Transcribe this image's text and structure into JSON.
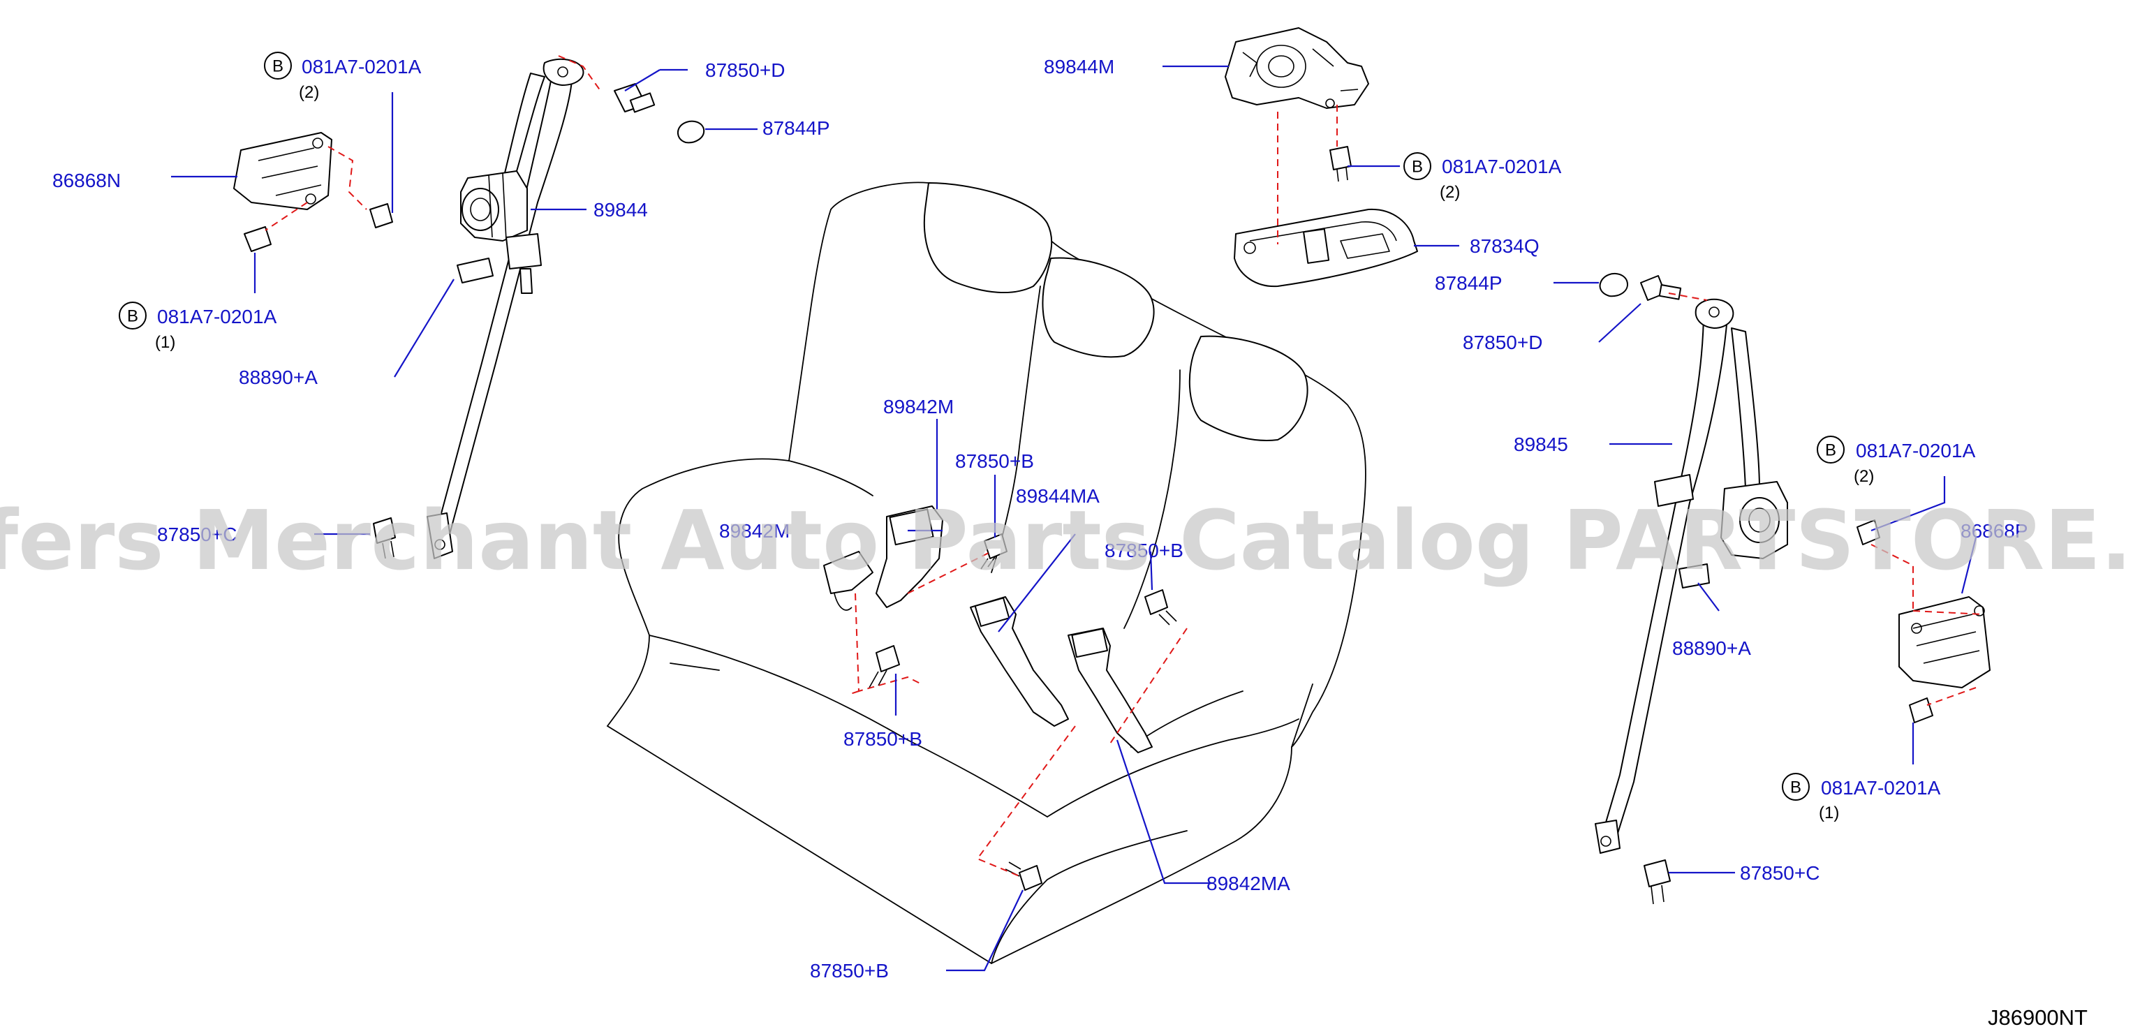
{
  "diagram": {
    "drawing_code": "J86900NT",
    "watermark": "Offers Merchant Auto Parts Catalog PARTSTORE.SA",
    "callouts": [
      {
        "part": "081A7-0201A",
        "badge": "B",
        "qty": "(2)"
      },
      {
        "part": "87850+D"
      },
      {
        "part": "87844P"
      },
      {
        "part": "86868N"
      },
      {
        "part": "89844"
      },
      {
        "part": "081A7-0201A",
        "badge": "B",
        "qty": "(1)"
      },
      {
        "part": "88890+A"
      },
      {
        "part": "87850+C"
      },
      {
        "part": "89844M"
      },
      {
        "part": "081A7-0201A",
        "badge": "B",
        "qty": "(2)"
      },
      {
        "part": "87834Q"
      },
      {
        "part": "87844P"
      },
      {
        "part": "87850+D"
      },
      {
        "part": "89842M"
      },
      {
        "part": "87850+B"
      },
      {
        "part": "89844MA"
      },
      {
        "part": "89842M"
      },
      {
        "part": "87850+B"
      },
      {
        "part": "87850+B"
      },
      {
        "part": "89842MA"
      },
      {
        "part": "87850+B"
      },
      {
        "part": "89845"
      },
      {
        "part": "081A7-0201A",
        "badge": "B",
        "qty": "(2)"
      },
      {
        "part": "86868P"
      },
      {
        "part": "88890+A"
      },
      {
        "part": "081A7-0201A",
        "badge": "B",
        "qty": "(1)"
      },
      {
        "part": "87850+C"
      }
    ]
  }
}
